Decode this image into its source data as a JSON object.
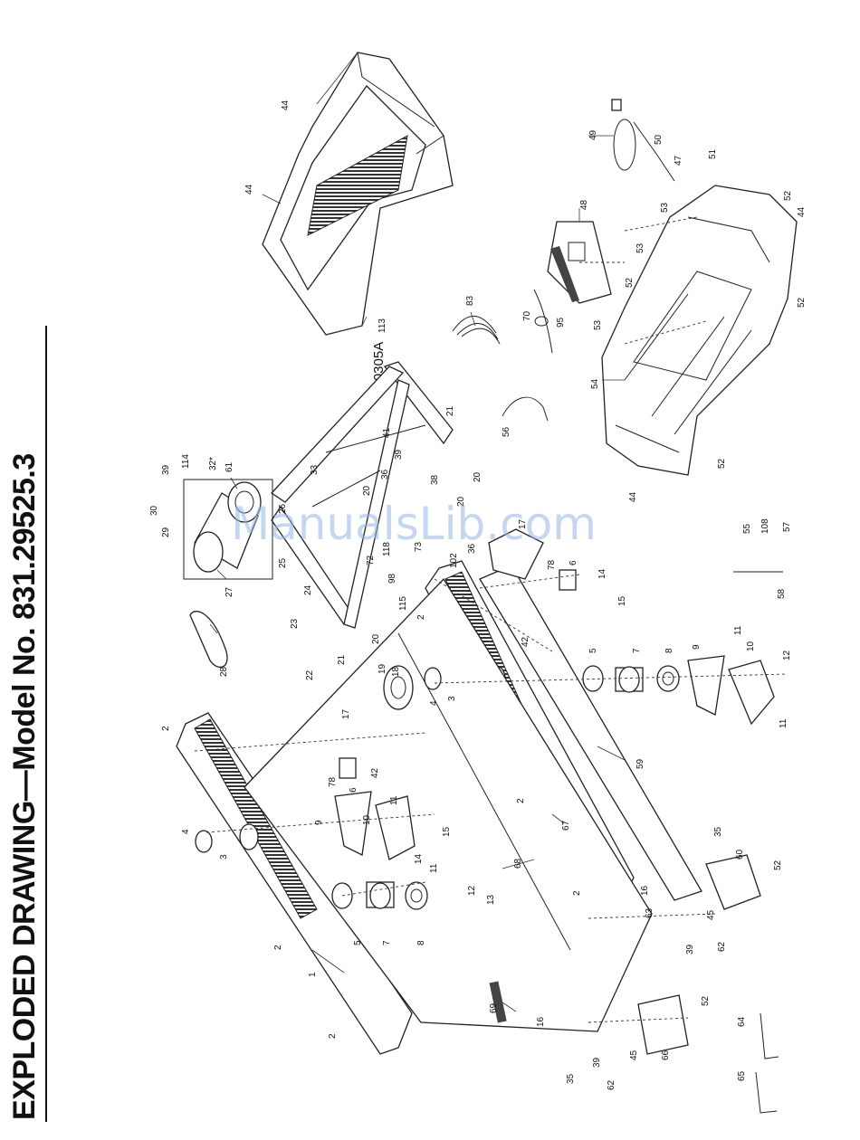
{
  "title": "EXPLODED DRAWING—Model No. 831.29525.3",
  "reference_code": "R0305A",
  "watermark": "ManualsLib.com",
  "part_numbers": [
    "1",
    "2",
    "3",
    "4",
    "5",
    "6",
    "7",
    "8",
    "9",
    "10",
    "11",
    "12",
    "13",
    "14",
    "15",
    "16",
    "17",
    "18",
    "19",
    "20",
    "21",
    "22",
    "23",
    "24",
    "25",
    "26",
    "27",
    "28",
    "29",
    "30",
    "32*",
    "33",
    "35",
    "36",
    "38",
    "39",
    "41",
    "42",
    "44",
    "45",
    "47",
    "48",
    "49",
    "50",
    "51",
    "52",
    "53",
    "54",
    "55",
    "56",
    "57",
    "58",
    "59",
    "60",
    "61",
    "62",
    "63",
    "64",
    "65",
    "66",
    "67",
    "68",
    "69",
    "70",
    "72",
    "73",
    "78",
    "83",
    "95",
    "98",
    "102",
    "108",
    "113",
    "114",
    "115",
    "118"
  ]
}
